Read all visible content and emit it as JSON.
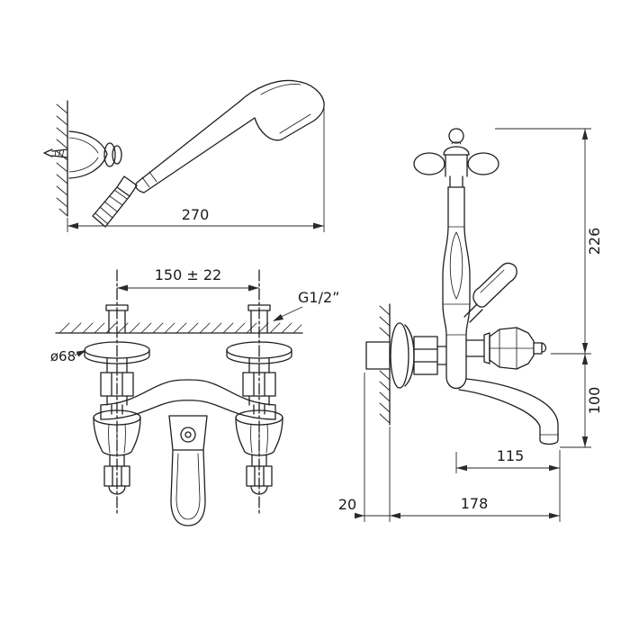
{
  "colors": {
    "background": "#ffffff",
    "line": "#1f1f1f",
    "dimension": "#2a2a2a"
  },
  "dims": {
    "hand_shower_width": "270",
    "inlet_spacing": "150 ± 22",
    "thread_size": "G1/2”",
    "flange_diameter": "ø68",
    "height_above_axis": "226",
    "spout_drop": "100",
    "spout_reach": "115",
    "wall_offset": "20",
    "total_depth": "178"
  }
}
